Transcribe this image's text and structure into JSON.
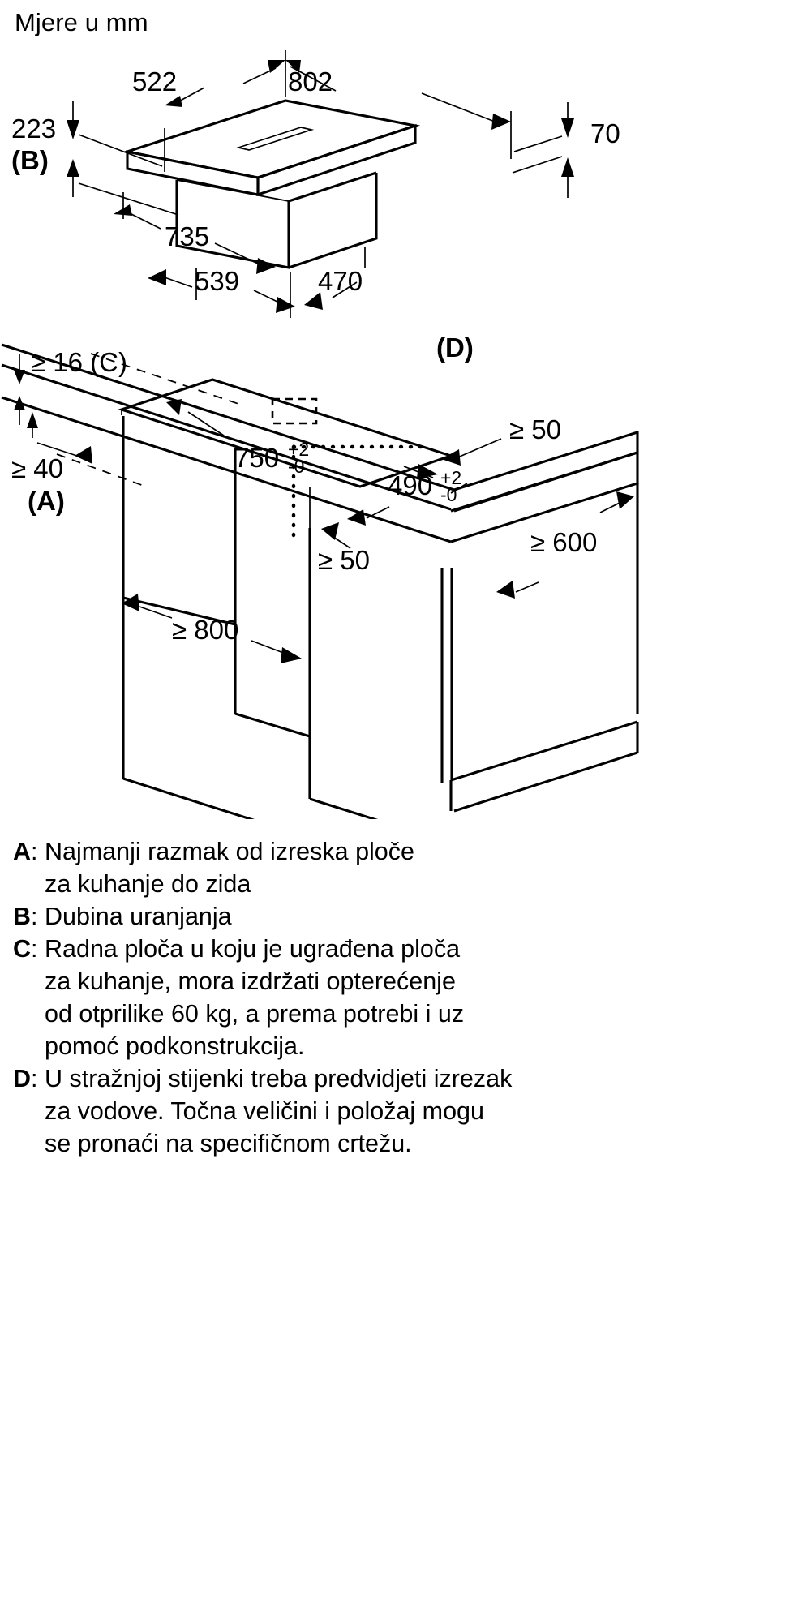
{
  "header": {
    "units_note": "Mjere u mm"
  },
  "drawing": {
    "title": "Isometric installation drawing of an extractor hob and its worktop cut-out",
    "top_view_dimensions": [
      {
        "id": "522",
        "label": "522"
      },
      {
        "id": "802",
        "label": "802"
      },
      {
        "id": "223",
        "label": "223"
      },
      {
        "id": "223b",
        "label": "(B)"
      },
      {
        "id": "70",
        "label": "70"
      },
      {
        "id": "735",
        "label": "735"
      },
      {
        "id": "539",
        "label": "539"
      },
      {
        "id": "470",
        "label": "470"
      }
    ],
    "bottom_view_dimensions": [
      {
        "id": "c16",
        "label": "≥ 16 (C)"
      },
      {
        "id": "d",
        "label": "(D)"
      },
      {
        "id": "a40",
        "label": "≥ 40"
      },
      {
        "id": "a40b",
        "label": "(A)"
      },
      {
        "id": "cut_width",
        "label": "750",
        "sup": "+2",
        "sub": "-0"
      },
      {
        "id": "cut_depth",
        "label": "490",
        "sup": "+2",
        "sub": "-0"
      },
      {
        "id": "gap_right",
        "label": "≥ 50"
      },
      {
        "id": "gap_front",
        "label": "≥ 50"
      },
      {
        "id": "depth600",
        "label": "≥ 600"
      },
      {
        "id": "width800",
        "label": "≥ 800"
      }
    ]
  },
  "legend": [
    {
      "key": "A",
      "colon": ":",
      "text": "Najmanji razmak od izreska ploče\nza kuhanje do zida"
    },
    {
      "key": "B",
      "colon": ":",
      "text": "Dubina uranjanja"
    },
    {
      "key": "C",
      "colon": ":",
      "text": "Radna ploča u koju je ugrađena ploča\nza kuhanje, mora izdržati opterećenje\nod otprilike 60 kg, a prema potrebi i uz\npomoć podkonstrukcija."
    },
    {
      "key": "D",
      "colon": ":",
      "text": "U stražnjoj stijenki treba predvidjeti izrezak\nza vodove. Točna veličini i položaj mogu\nse pronaći na specifičnom crtežu."
    }
  ],
  "colors": {
    "line": "#000000",
    "background": "#ffffff"
  }
}
